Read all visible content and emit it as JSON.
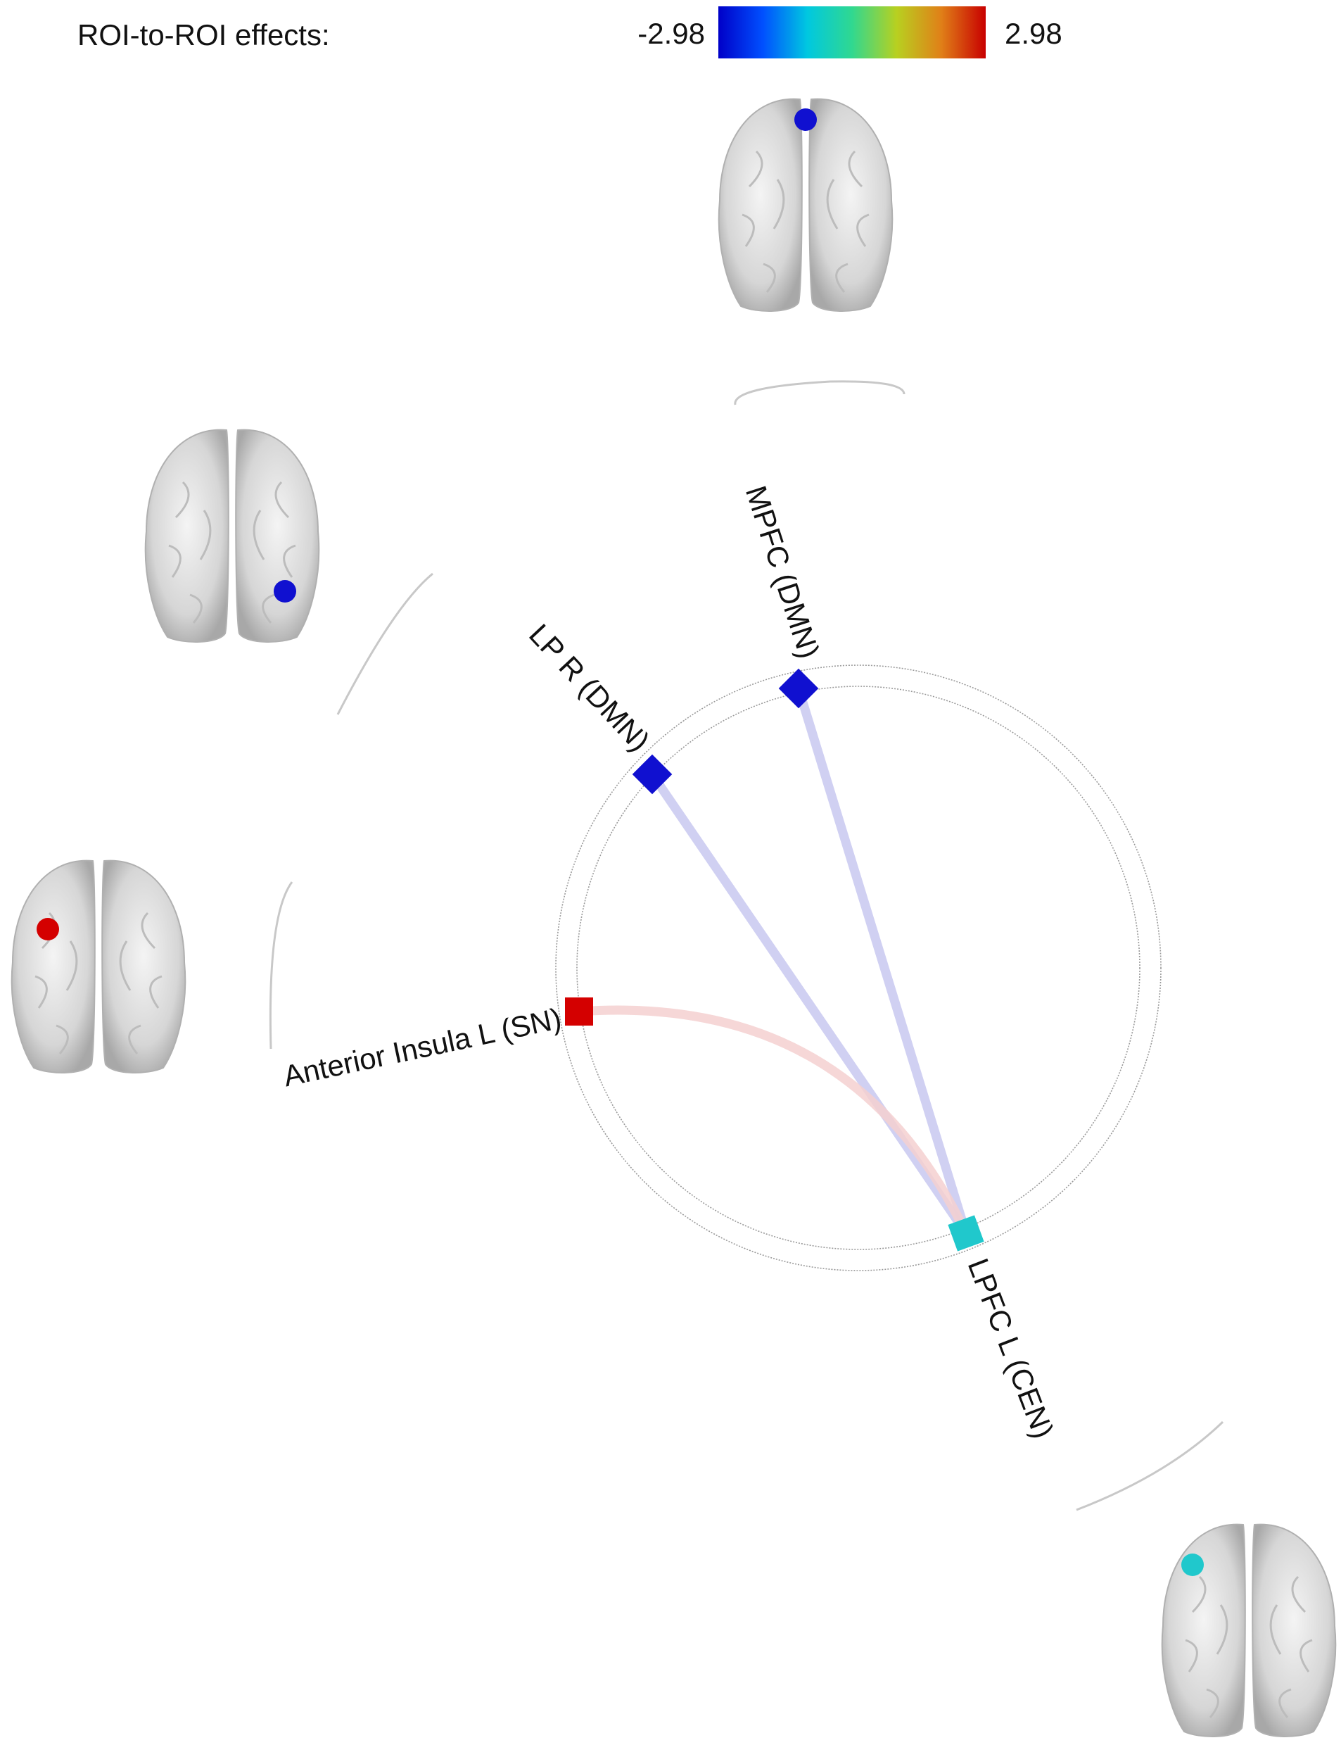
{
  "colorbar": {
    "title": "ROI-to-ROI effects:",
    "min_label": "-2.98",
    "max_label": "2.98",
    "min": -2.98,
    "max": 2.98,
    "colormap": [
      "#0000c8",
      "#0050ff",
      "#00c8e0",
      "#30d890",
      "#b8d020",
      "#e08018",
      "#c80000"
    ]
  },
  "rois": [
    {
      "id": "mpfc",
      "label": "MPFC (DMN)",
      "color": "#1010d0",
      "brain_icon": "brain-axial-icon"
    },
    {
      "id": "lpr",
      "label": "LP R (DMN)",
      "color": "#1010d0",
      "brain_icon": "brain-axial-icon"
    },
    {
      "id": "ains",
      "label": "Anterior Insula L (SN)",
      "color": "#d40000",
      "brain_icon": "brain-axial-icon"
    },
    {
      "id": "lpfc",
      "label": "LPFC L (CEN)",
      "color": "#20c8cc",
      "brain_icon": "brain-axial-icon"
    }
  ],
  "connections": [
    {
      "from": "mpfc",
      "to": "lpfc",
      "color": "#c8c8f0"
    },
    {
      "from": "lpr",
      "to": "lpfc",
      "color": "#c8c8f0"
    },
    {
      "from": "ains",
      "to": "lpfc",
      "color": "#f4d0d0"
    }
  ]
}
